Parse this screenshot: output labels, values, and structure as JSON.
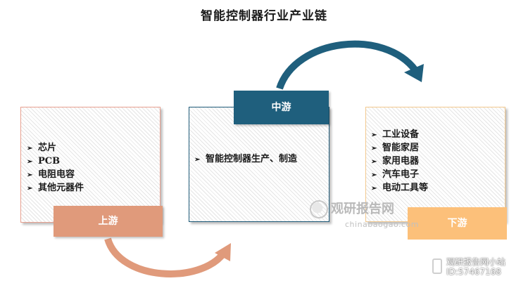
{
  "title": "智能控制器行业产业链",
  "upstream": {
    "label": "上游",
    "items": [
      "芯片",
      "PCB",
      "电阻电容",
      "其他元器件"
    ]
  },
  "midstream": {
    "label": "中游",
    "items": [
      "智能控制器生产、制造"
    ]
  },
  "downstream": {
    "label": "下游",
    "items": [
      "工业设备",
      "智能家居",
      "家用电器",
      "汽车电子",
      "电动工具等"
    ]
  },
  "bullet_icon": "arrowhead-bullet-icon",
  "watermark": {
    "logo_text": "观研报告网",
    "url": "chinabaogao.com",
    "corner_line1": "观研报告网小站",
    "corner_line2": "ID:57467168"
  },
  "colors": {
    "upstream": "#e09a7b",
    "midstream": "#1f5f7d",
    "downstream": "#fcc07a"
  }
}
